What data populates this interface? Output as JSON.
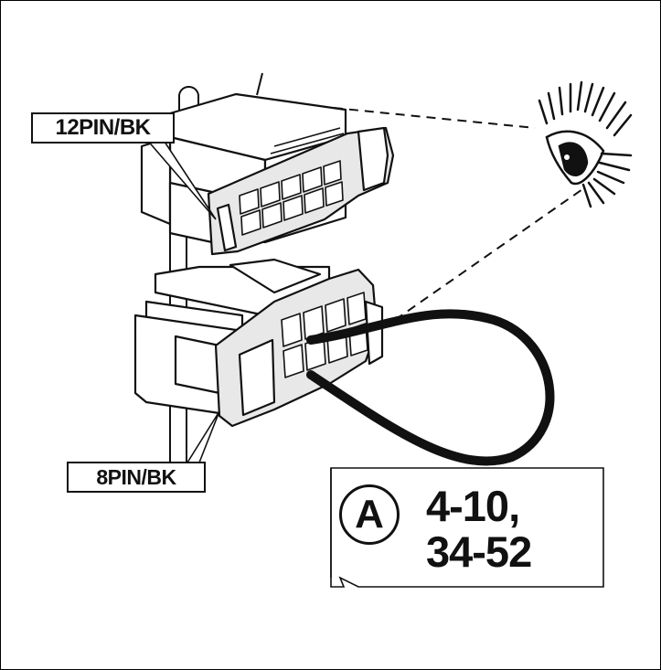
{
  "labels": {
    "connector_12pin": "12PIN/BK",
    "connector_8pin": "8PIN/BK"
  },
  "reference": {
    "letter": "A",
    "pages_line1": "4-10,",
    "pages_line2": "34-52"
  },
  "colors": {
    "line": "#111111",
    "connector_fill": "#ffffff",
    "latch_fill": "#e6e6e6",
    "wire": "#111111"
  },
  "icons": [
    "eye-icon"
  ]
}
